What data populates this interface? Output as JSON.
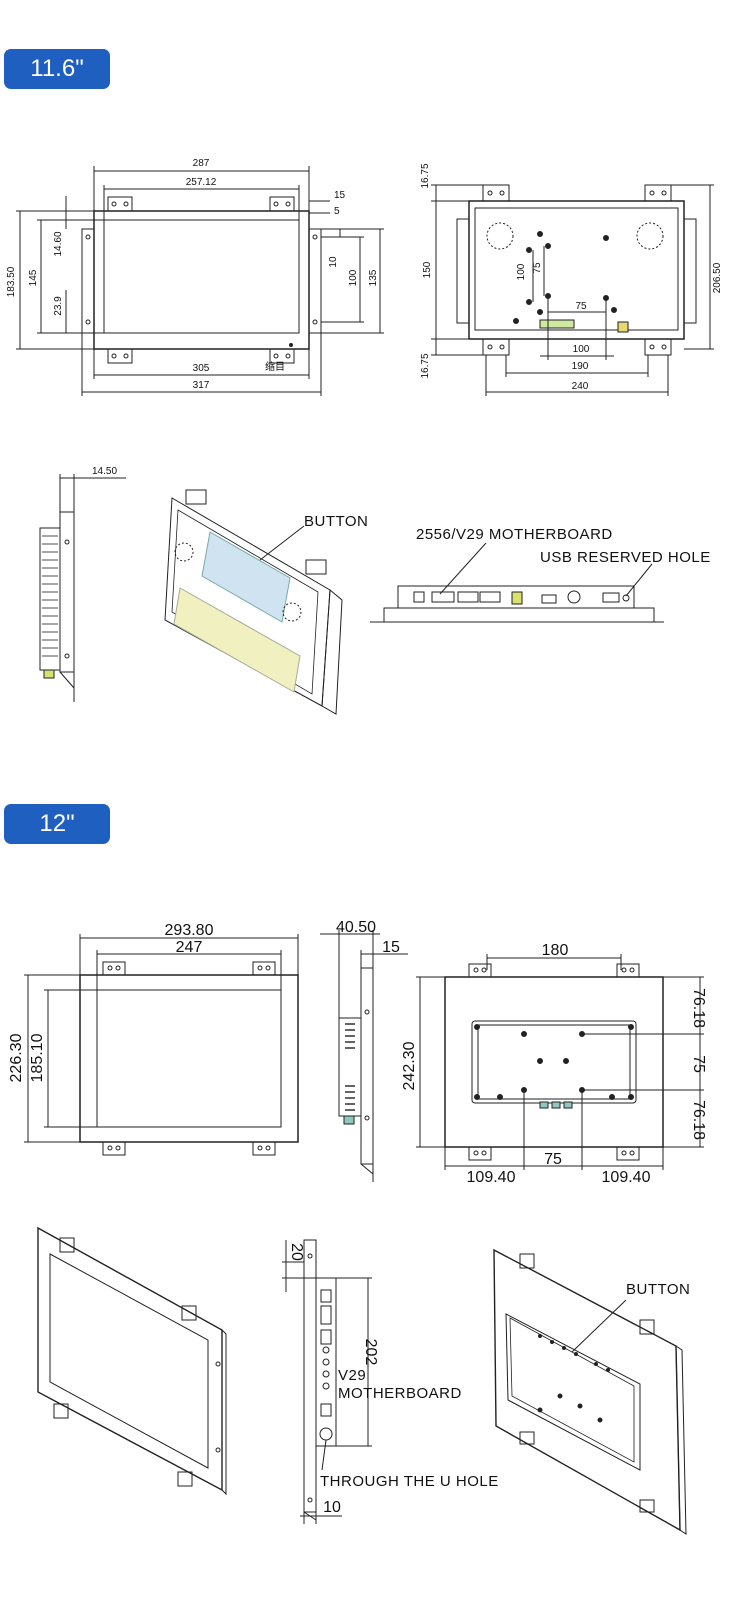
{
  "sections": [
    {
      "title": "11.6\""
    },
    {
      "title": "12\""
    }
  ],
  "s1": {
    "front": {
      "d287": "287",
      "d257": "257.12",
      "d15": "15",
      "d5": "5",
      "d1460": "14.60",
      "d239": "23.9",
      "d145": "145",
      "d18350": "183.50",
      "d10": "10",
      "d100": "100",
      "d135": "135",
      "d305": "305",
      "d317": "317",
      "mark": "缩目"
    },
    "back": {
      "d1675a": "16.75",
      "d150": "150",
      "d1675b": "16.75",
      "d100v": "100",
      "d75v": "75",
      "d75h": "75",
      "d100h": "100",
      "d190": "190",
      "d240": "240",
      "d20650": "206.50"
    },
    "side": {
      "d1450": "14.50"
    },
    "labels": {
      "button": "BUTTON",
      "motherboard": "2556/V29 MOTHERBOARD",
      "usb": "USB RESERVED HOLE"
    }
  },
  "s2": {
    "front": {
      "d29380": "293.80",
      "d247": "247",
      "d22630": "226.30",
      "d18510": "185.10"
    },
    "side": {
      "d4050": "40.50",
      "d15": "15"
    },
    "back": {
      "d180": "180",
      "d24230": "242.30",
      "d7618a": "76.18",
      "d75v": "75",
      "d7618b": "76.18",
      "d75h": "75",
      "d10940a": "109.40",
      "d10940b": "109.40"
    },
    "side2": {
      "d20": "20",
      "d202": "202",
      "d10": "10",
      "motherboard": "V29\nMOTHERBOARD",
      "mb1": "V29",
      "mb2": "MOTHERBOARD",
      "uhole": "THROUGH THE U HOLE"
    },
    "iso": {
      "button": "BUTTON"
    }
  }
}
